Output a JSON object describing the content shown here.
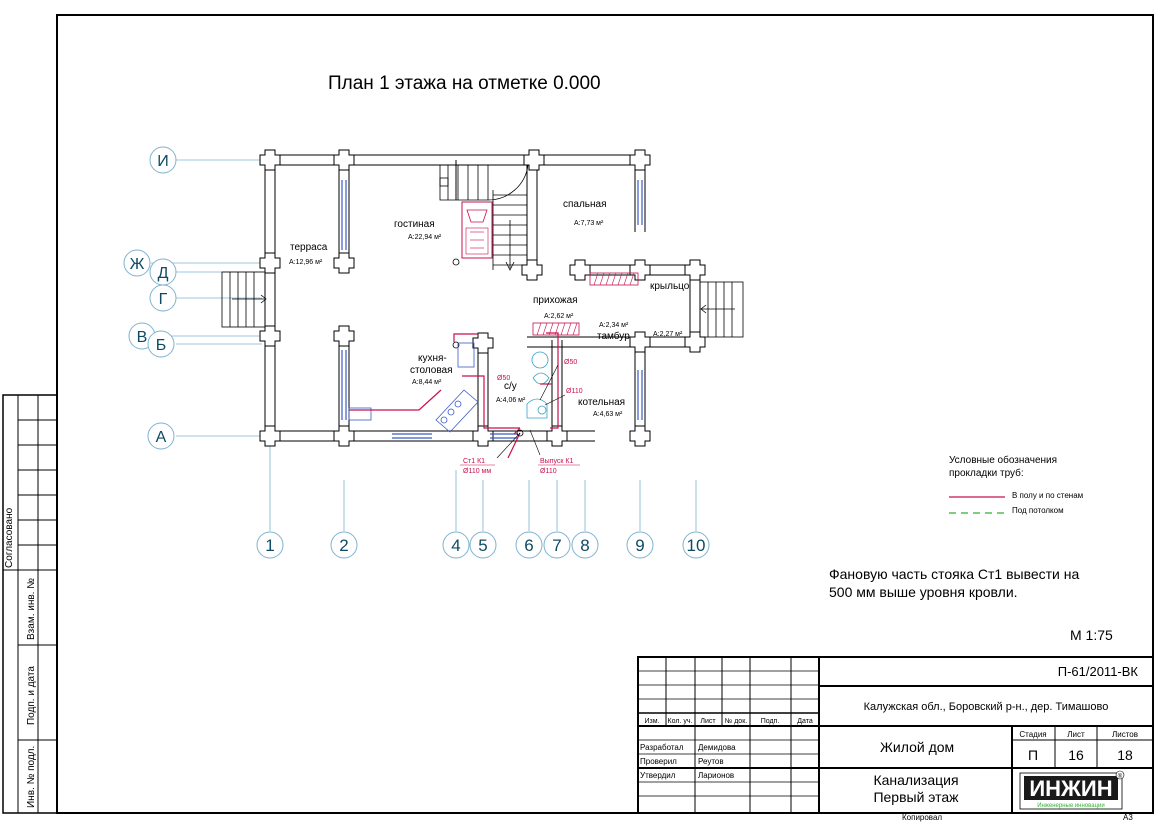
{
  "plan_title": "План 1 этажа на отметке 0.000",
  "axes": {
    "rows": [
      "И",
      "Ж",
      "Д",
      "Г",
      "В",
      "Б",
      "А"
    ],
    "cols": [
      "1",
      "2",
      "4",
      "5",
      "6",
      "7",
      "8",
      "9",
      "10"
    ]
  },
  "rooms": [
    {
      "name": "терраса",
      "area": "А:12,96 м²"
    },
    {
      "name": "гостиная",
      "area": "А:22,94 м²"
    },
    {
      "name": "спальная",
      "area": "А:7,73 м²"
    },
    {
      "name": "прихожая",
      "area": "А:2,62 м²"
    },
    {
      "name": "крыльцо",
      "area": "А:2,27 м²"
    },
    {
      "name": "тамбур",
      "area": "А:2,34 м²"
    },
    {
      "name": "кухня-",
      "name2": "столовая",
      "area": "А:8,44 м²"
    },
    {
      "name": "с/у",
      "area": "А:4,06 м²"
    },
    {
      "name": "котельная",
      "area": "А:4,63 м²"
    }
  ],
  "pipe_labels": {
    "d50_a": "Ø50",
    "d50_b": "Ø50",
    "d110": "Ø110",
    "riser": "Ст1 К1",
    "riser_d": "Ø110 мм",
    "outlet": "Выпуск К1",
    "outlet_d": "Ø110"
  },
  "legend": {
    "title1": "Условные обозначения",
    "title2": "прокладки труб:",
    "item1": "В полу и по стенам",
    "item2": "Под потолком",
    "color1": "#c8104f",
    "color2": "#2fb52f"
  },
  "note_line1": "Фановую часть стояка Ст1 вывести на",
  "note_line2": "500 мм выше уровня кровли.",
  "scale": "М 1:75",
  "stamp": {
    "code": "П-61/2011-ВК",
    "address": "Калужская обл., Боровский р-н., дер. Тимашово",
    "headers": [
      "Изм.",
      "Кол. уч.",
      "Лист",
      "№ док.",
      "Подп.",
      "Дата"
    ],
    "roles": [
      {
        "role": "Разработал",
        "name": "Демидова"
      },
      {
        "role": "Проверил",
        "name": "Реутов"
      },
      {
        "role": "Утвердил",
        "name": "Ларионов"
      }
    ],
    "building": "Жилой дом",
    "stage_label": "Стадия",
    "sheet_label": "Лист",
    "sheets_label": "Листов",
    "stage": "П",
    "sheet": "16",
    "sheets": "18",
    "section1": "Канализация",
    "section2": "Первый этаж",
    "logo_text": "ИНЖИН",
    "logo_sub": "Инженерные инновации",
    "copied": "Копировал",
    "format": "А3"
  },
  "side_stamp": {
    "agreed": "Согласовано",
    "inv_vz": "Взам. инв. №",
    "sign_date": "Подп. и дата",
    "inv_orig": "Инв. № подл."
  }
}
